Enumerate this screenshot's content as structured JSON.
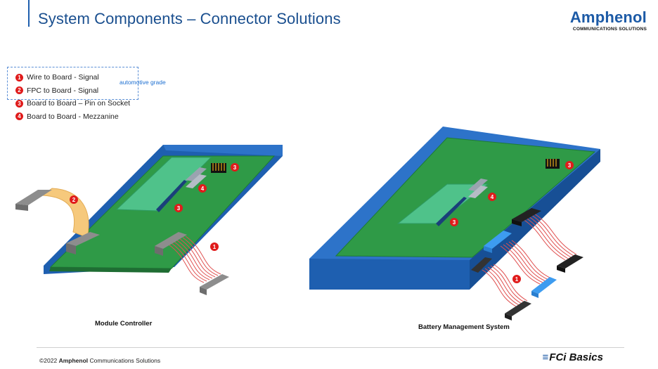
{
  "title": "System Components – Connector Solutions",
  "logo": {
    "name": "Amphenol",
    "tagline": "COMMUNICATIONS SOLUTIONS"
  },
  "legend": {
    "items": [
      {
        "num": "1",
        "label": "Wire to Board - Signal"
      },
      {
        "num": "2",
        "label": "FPC to Board - Signal"
      },
      {
        "num": "3",
        "label": "Board to Board – Pin on Socket"
      },
      {
        "num": "4",
        "label": "Board to Board - Mezzanine"
      }
    ],
    "note": "automotive grade"
  },
  "captions": {
    "left": "Module Controller",
    "right": "Battery Management System"
  },
  "markers": {
    "one": "1",
    "two": "2",
    "three": "3",
    "four": "4"
  },
  "footer": {
    "copyright": "©2022",
    "brand": "Amphenol",
    "text": "Communications Solutions",
    "fci": "FCi Basics",
    "fci_bars": "≡"
  },
  "colors": {
    "title": "#1a4f8f",
    "brand": "#1c5aa6",
    "marker": "#e01b1b",
    "enclosure": "#1e5fb0",
    "pcb": "#2f9a47",
    "cable": "#f6c97c",
    "ribbon": "#e05252"
  }
}
